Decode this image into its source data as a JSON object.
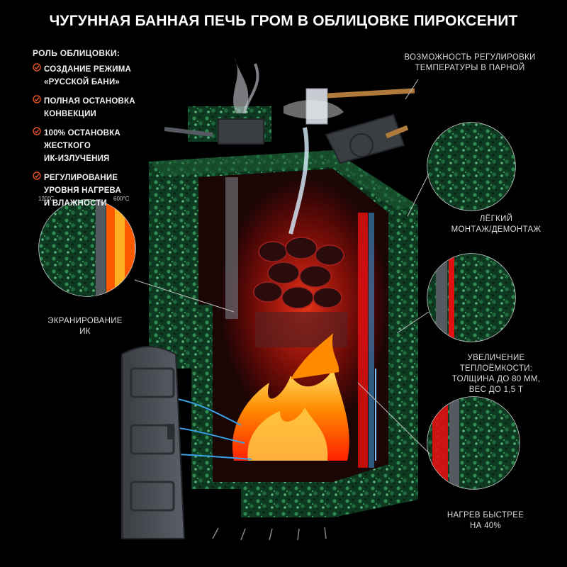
{
  "title": "ЧУГУННАЯ БАННАЯ ПЕЧЬ ГРОМ В ОБЛИЦОВКЕ ПИРОКСЕНИТ",
  "left_panel": {
    "heading": "РОЛЬ ОБЛИЦОВКИ:",
    "items": [
      {
        "text": "СОЗДАНИЕ РЕЖИМА\n«РУССКОЙ БАНИ»"
      },
      {
        "text": "ПОЛНАЯ ОСТАНОВКА\nКОНВЕКЦИИ"
      },
      {
        "text": "100% ОСТАНОВКА\nЖЕСТКОГО\nИК-ИЗЛУЧЕНИЯ"
      },
      {
        "text": "РЕГУЛИРОВАНИЕ\nУРОВНЯ НАГРЕВА\nИ ВЛАЖНОСТИ"
      }
    ]
  },
  "callouts": {
    "temperature_control": "ВОЗМОЖНОСТЬ РЕГУЛИРОВКИ\nТЕМПЕРАТУРЫ В ПАРНОЙ",
    "easy_mount": "ЛЁГКИЙ\nМОНТАЖ/ДЕМОНТАЖ",
    "ir_screening": "ЭКРАНИРОВАНИЕ\nИК",
    "heat_capacity": "УВЕЛИЧЕНИЕ\nТЕПЛОЁМКОСТИ:\nТОЛЩИНА ДО 80 ММ,\nВЕС ДО 1,5 Т",
    "faster_heating": "НАГРЕВ БЫСТРЕЕ\nНА 40%"
  },
  "temperatures": {
    "outer": "120°C",
    "inner": "600°C"
  },
  "colors": {
    "background": "#000000",
    "check": "#e2522a",
    "stone_dark": "#0d3a20",
    "stone_light": "#2e8a50",
    "fire": "#ff6a00",
    "hot_red": "#e01010",
    "air_blue": "#3aa0e8",
    "metal": "#4a4e55"
  }
}
